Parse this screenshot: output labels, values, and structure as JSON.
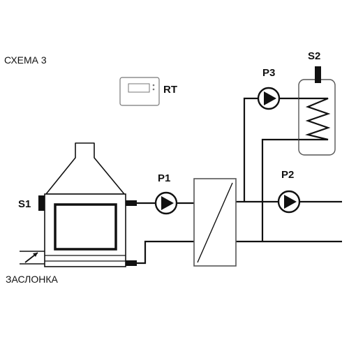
{
  "labels": {
    "title": "СХЕМА 3",
    "room_thermostat": "RT",
    "pump_p1": "P1",
    "pump_p2": "P2",
    "pump_p3": "P3",
    "sensor_s1": "S1",
    "sensor_s2": "S2",
    "damper": "ЗАСЛОНКА"
  },
  "colors": {
    "line": "#111111",
    "background": "#ffffff",
    "outline": "#555555"
  }
}
